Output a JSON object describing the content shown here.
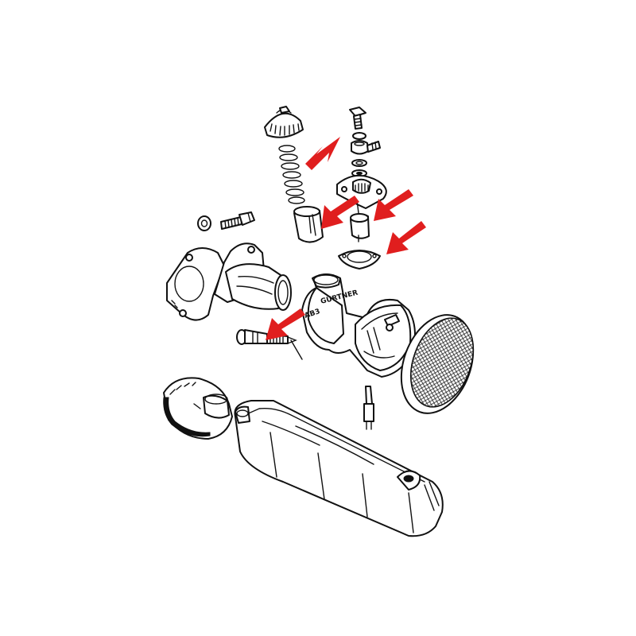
{
  "diagram": {
    "type": "exploded-parts-illustration",
    "emboss_text": [
      "AB3",
      "GURTNER"
    ],
    "arrow_color": "#e01e1e",
    "line_color": "#111111",
    "background": "#ffffff",
    "arrows": [
      {
        "name": "arrow-spring"
      },
      {
        "name": "arrow-slide-valve"
      },
      {
        "name": "arrow-float"
      },
      {
        "name": "arrow-gasket"
      },
      {
        "name": "arrow-idle-screw"
      }
    ]
  }
}
